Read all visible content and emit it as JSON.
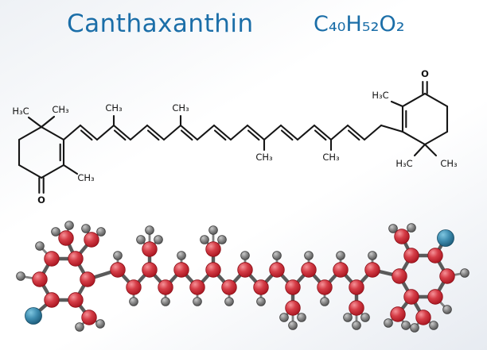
{
  "header": {
    "title": "Canthaxanthin",
    "formula": "C₄₀H₅₂O₂"
  },
  "structure_labels": {
    "ch3": "CH₃",
    "h3c": "H₃C",
    "o": "O"
  },
  "colors": {
    "accent": "#1b6ea8",
    "bond": "#161616",
    "oxygen_text": "#e8192f",
    "carbon_sphere": "#c8242f",
    "hydrogen_sphere": "#7d7d7d",
    "oxygen_sphere": "#2e7fa5"
  }
}
